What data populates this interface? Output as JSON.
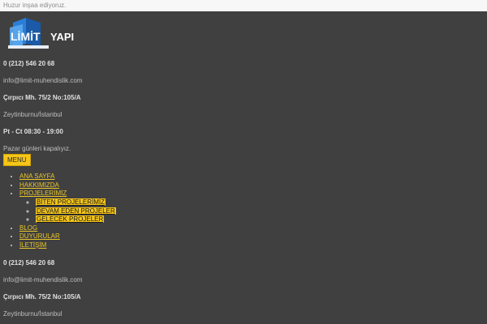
{
  "topbar": {
    "message": "Huzur inşaa ediyoruz."
  },
  "brand": {
    "logo_word1": "LİMİT",
    "logo_word2": "YAPI"
  },
  "contact_top": {
    "phone": "0 (212) 546 20 68",
    "email": "info@limit-muhendislik.com",
    "address": "Çırpıcı Mh. 75/2 No:105/A",
    "district": "Zeytinburnu/İstanbul",
    "hours": "Pt - Ct 08:30 - 19:00",
    "closed": "Pazar günleri kapalıyız."
  },
  "menu_button": "MENU",
  "nav": {
    "items": [
      {
        "label": "ANA SAYFA"
      },
      {
        "label": "HAKKIMIZDA"
      },
      {
        "label": "PROJELERİMİZ",
        "children": [
          {
            "label": "BİTEN PROJELERİMİZ"
          },
          {
            "label": "DEVAM EDEN PROJELER"
          },
          {
            "label": "GELECEK PROJELER"
          }
        ]
      },
      {
        "label": "BLOG"
      },
      {
        "label": "DUYURULAR"
      },
      {
        "label": "İLETİŞİM"
      }
    ]
  },
  "contact_bottom": {
    "phone": "0 (212) 546 20 68",
    "email": "info@limit-muhendislik.com",
    "address": "Çırpıcı Mh. 75/2 No:105/A",
    "district": "Zeytinburnu/İstanbul"
  },
  "colors": {
    "background": "#404040",
    "accent": "#f5c518",
    "topbar": "#f7f7f7",
    "logo_blue": "#1f6fc0"
  }
}
